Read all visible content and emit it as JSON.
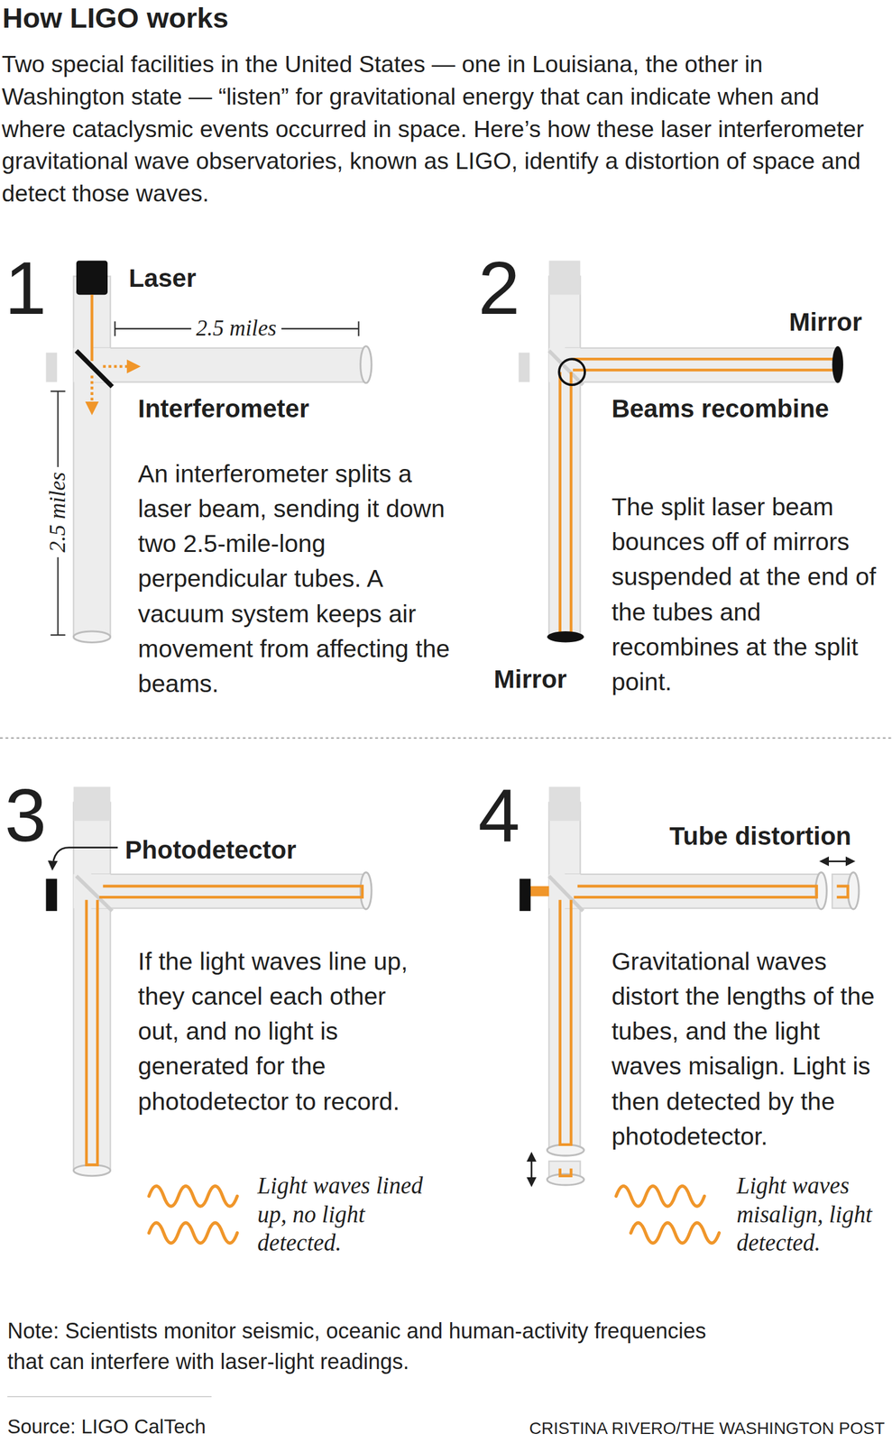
{
  "diagram": {
    "title": "How LIGO works",
    "caption": "Two special facilities in the United States — one in Louisiana, the other in Washington state — “listen” for gravitational energy that can indicate when and where cataclysmic events occurred in space. Here’s how these laser interferometer gravitational wave observatories, known as LIGO, identify a distortion of space and detect those waves.",
    "labels": [
      "1",
      "Laser",
      "2.5 miles",
      "2.5 miles",
      "Interferometer",
      "An interferometer splits a laser beam, sending it down two 2.5-mile-long perpendicular tubes. A vacuum system keeps air movement from affecting the beams.",
      "2",
      "Mirror",
      "Beams recombine",
      "The split laser beam bounces off of mirrors suspended at the end of the tubes and recombines at the split point.",
      "Mirror",
      "3",
      "Photodetector",
      "If the light waves line up, they cancel each other out, and no light is generated for the photodetector to record.",
      "Light waves lined up, no light detected.",
      "4",
      "Tube distortion",
      "Gravitational waves distort the lengths of the tubes, and the light waves misalign. Light is then detected by the photodetector.",
      "Light waves misalign, light detected.",
      "Note: Scientists monitor seismic, oceanic and human-activity frequencies that can interfere with laser-light readings.",
      "Source: LIGO CalTech",
      "CRISTINA RIVERO/THE WASHINGTON POST"
    ]
  }
}
